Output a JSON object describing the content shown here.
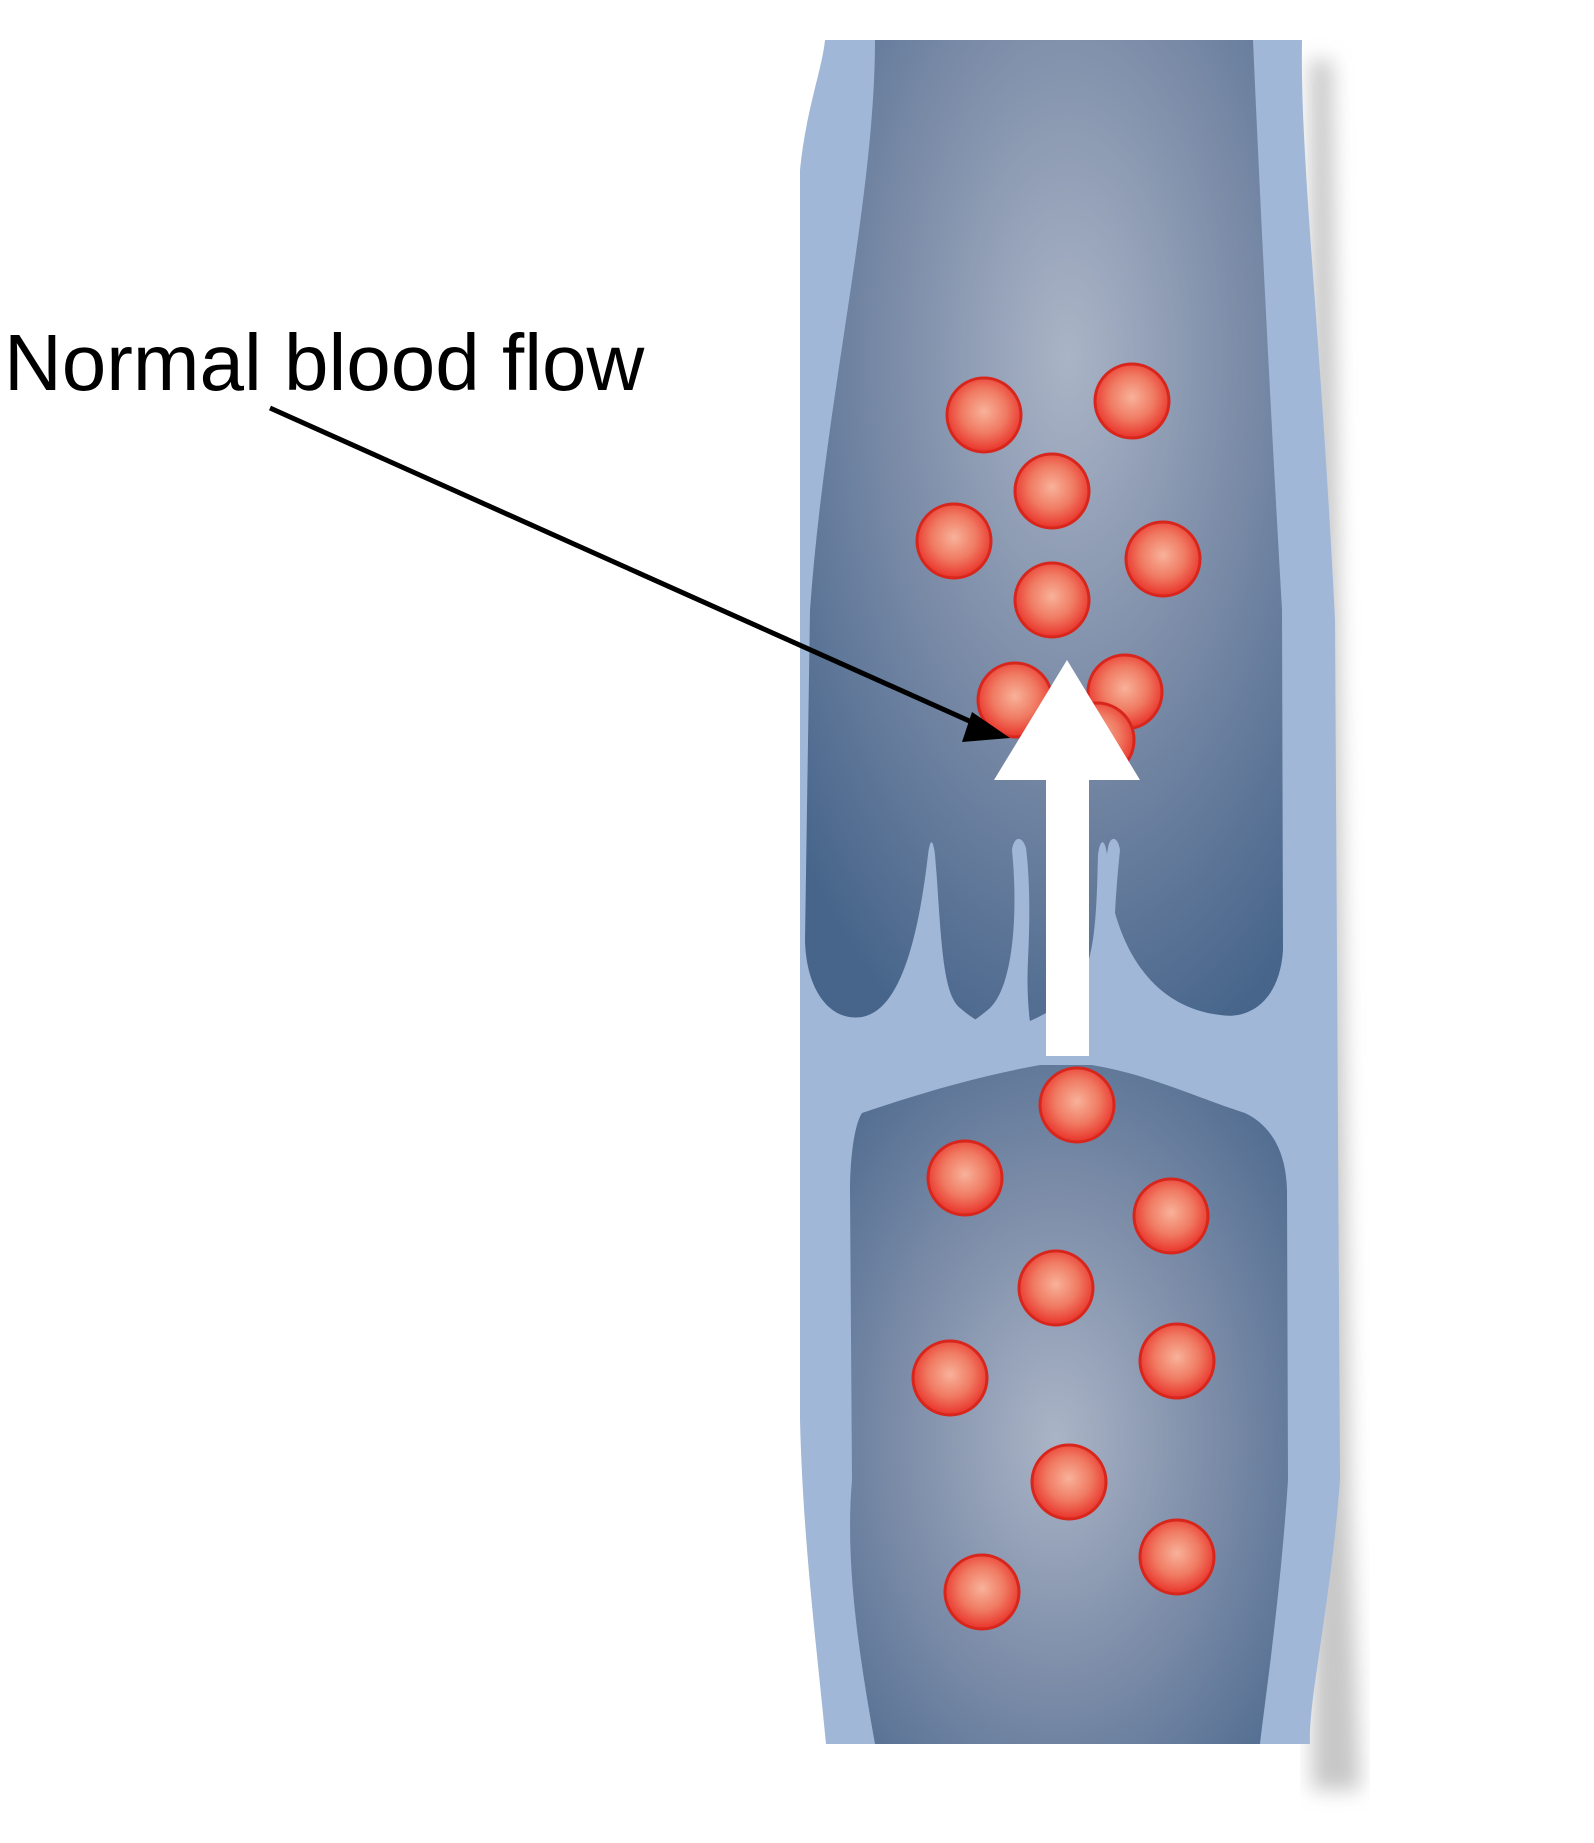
{
  "diagram": {
    "callout_label": "Normal blood flow",
    "colors": {
      "vein_wall": "#a0b7d8",
      "lumen_center": "#aab4c6",
      "lumen_edge": "#47658b",
      "cell_center": "#f8b29a",
      "cell_edge": "#e9332a",
      "cell_rim": "#d8261d",
      "flow_arrow": "#ffffff",
      "callout_line": "#000000"
    },
    "icons": [
      "upward-flow-arrow",
      "red-blood-cell",
      "callout-arrow"
    ]
  }
}
